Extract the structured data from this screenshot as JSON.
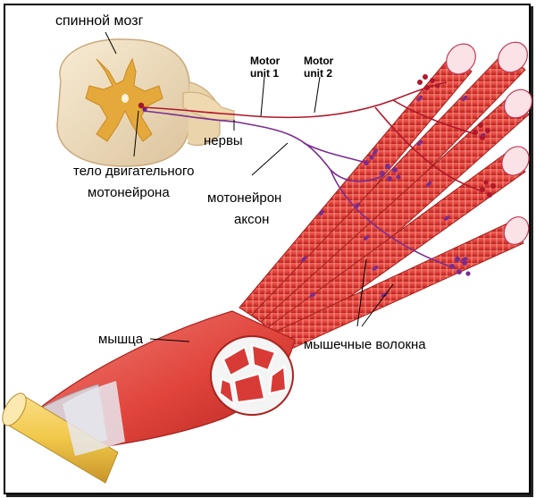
{
  "labels": {
    "spinal_cord": "спинной мозг",
    "nerves": "нервы",
    "motor_neuron_body_line1": "тело двигательного",
    "motor_neuron_body_line2": "мотонейрона",
    "motor_unit_1_line1": "Motor",
    "motor_unit_1_line2": "unit 1",
    "motor_unit_2_line1": "Motor",
    "motor_unit_2_line2": "unit 2",
    "axon_line1": "мотонейрон",
    "axon_line2": "аксон",
    "muscle": "мышца",
    "muscle_fibers": "мышечные волокна"
  },
  "colors": {
    "muscle_red": "#e2423a",
    "muscle_dark": "#b8231f",
    "stripe": "#f7a39a",
    "nucleus": "#7a2d8c",
    "nerve_unit1": "#7b2d8e",
    "nerve_unit2": "#b0172a",
    "cord_outer": "#f3e3c6",
    "cord_inner": "#e4a93a",
    "tendon": "#f1c84a"
  },
  "icons": {
    "spinal_cord": "spinal-cord-cross-section",
    "tendon": "tendon-cylinder",
    "neuromuscular_junction": "motor-end-plate"
  }
}
